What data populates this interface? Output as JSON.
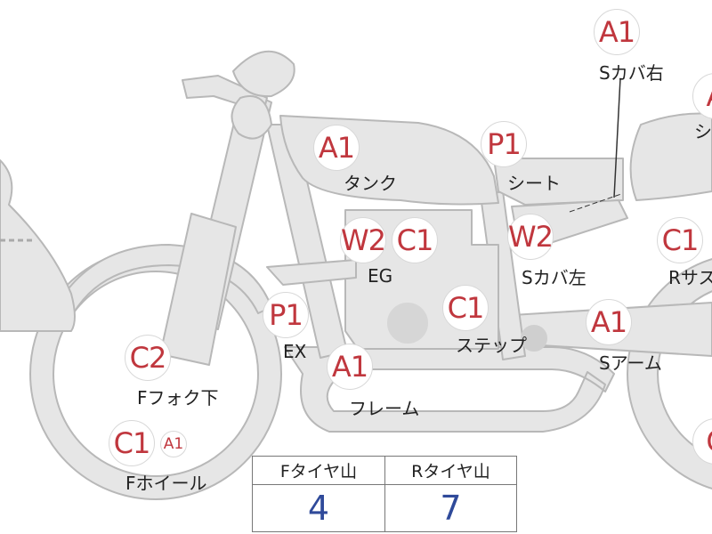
{
  "badges": {
    "tank": "A1",
    "seat": "P1",
    "scover_right": "A1",
    "right_edge_top": "A",
    "eg_w2": "W2",
    "eg_c1": "C1",
    "scover_left": "W2",
    "rsus": "C1",
    "ex": "P1",
    "step": "C1",
    "sarm": "A1",
    "frame": "A1",
    "ffork": "C2",
    "fwheel_c1": "C1",
    "fwheel_a1": "A1",
    "right_edge_bottom": "C"
  },
  "labels": {
    "tank": "タンク",
    "seat": "シート",
    "scover_right": "Sカバ右",
    "right_edge_top": "シ",
    "eg": "EG",
    "scover_left": "Sカバ左",
    "rsus": "Rサス",
    "ex": "EX",
    "step": "ステップ",
    "sarm": "Sアーム",
    "frame": "フレーム",
    "ffork": "Fフォク下",
    "fwheel": "Fホイール"
  },
  "tire_table": {
    "headers": [
      "Fタイヤ山",
      "Rタイヤ山"
    ],
    "values": [
      "4",
      "7"
    ]
  },
  "colors": {
    "badge_text": "#c0373e",
    "value_text": "#2f4a9a",
    "part_fill": "#e6e6e6",
    "part_stroke": "#b9b9b9"
  }
}
